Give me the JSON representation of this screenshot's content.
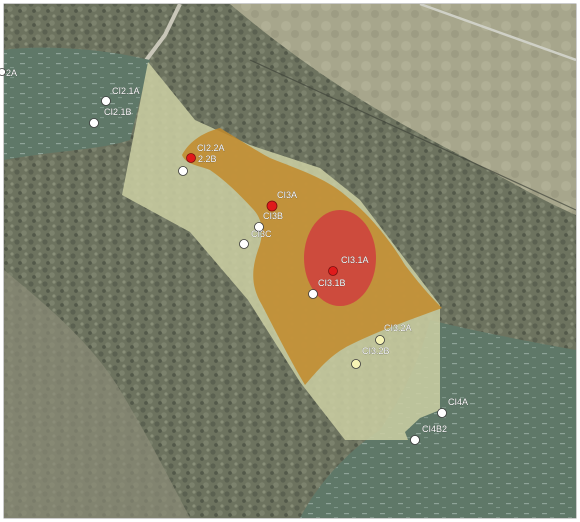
{
  "map": {
    "colors": {
      "base_aerial": "#6f7767",
      "river_water": "#5f7868",
      "field": "#a4a48a",
      "zone_low": "#c9cda2",
      "zone_mid": "#c2892a",
      "zone_high": "#cf3a3f",
      "point_white": "#ffffff",
      "point_yellow": "#f7f4b5",
      "point_red": "#e01b1b"
    },
    "sample_points": [
      {
        "id": "p-2a",
        "label": "2A",
        "fill": "white"
      },
      {
        "id": "p-ci21a",
        "label": "CI2.1A",
        "fill": "white"
      },
      {
        "id": "p-ci21b",
        "label": "CI2.1B",
        "fill": "white"
      },
      {
        "id": "p-ci22a",
        "label": "CI2.2A",
        "fill": "red"
      },
      {
        "id": "p-22b",
        "label": "2.2B",
        "fill": "white"
      },
      {
        "id": "p-ci3a",
        "label": "CI3A",
        "fill": "red"
      },
      {
        "id": "p-ci3b",
        "label": "CI3B",
        "fill": "white"
      },
      {
        "id": "p-ci3c",
        "label": "CI3C",
        "fill": "white"
      },
      {
        "id": "p-ci31a",
        "label": "CI3.1A",
        "fill": "red"
      },
      {
        "id": "p-ci31b",
        "label": "CI3.1B",
        "fill": "white"
      },
      {
        "id": "p-ci32a",
        "label": "CI3.2A",
        "fill": "yellow"
      },
      {
        "id": "p-ci32b",
        "label": "CI3.2B",
        "fill": "yellow"
      },
      {
        "id": "p-ci4a",
        "label": "CI4A",
        "fill": "white"
      },
      {
        "id": "p-ci4b2",
        "label": "CI4B2",
        "fill": "white"
      }
    ]
  }
}
